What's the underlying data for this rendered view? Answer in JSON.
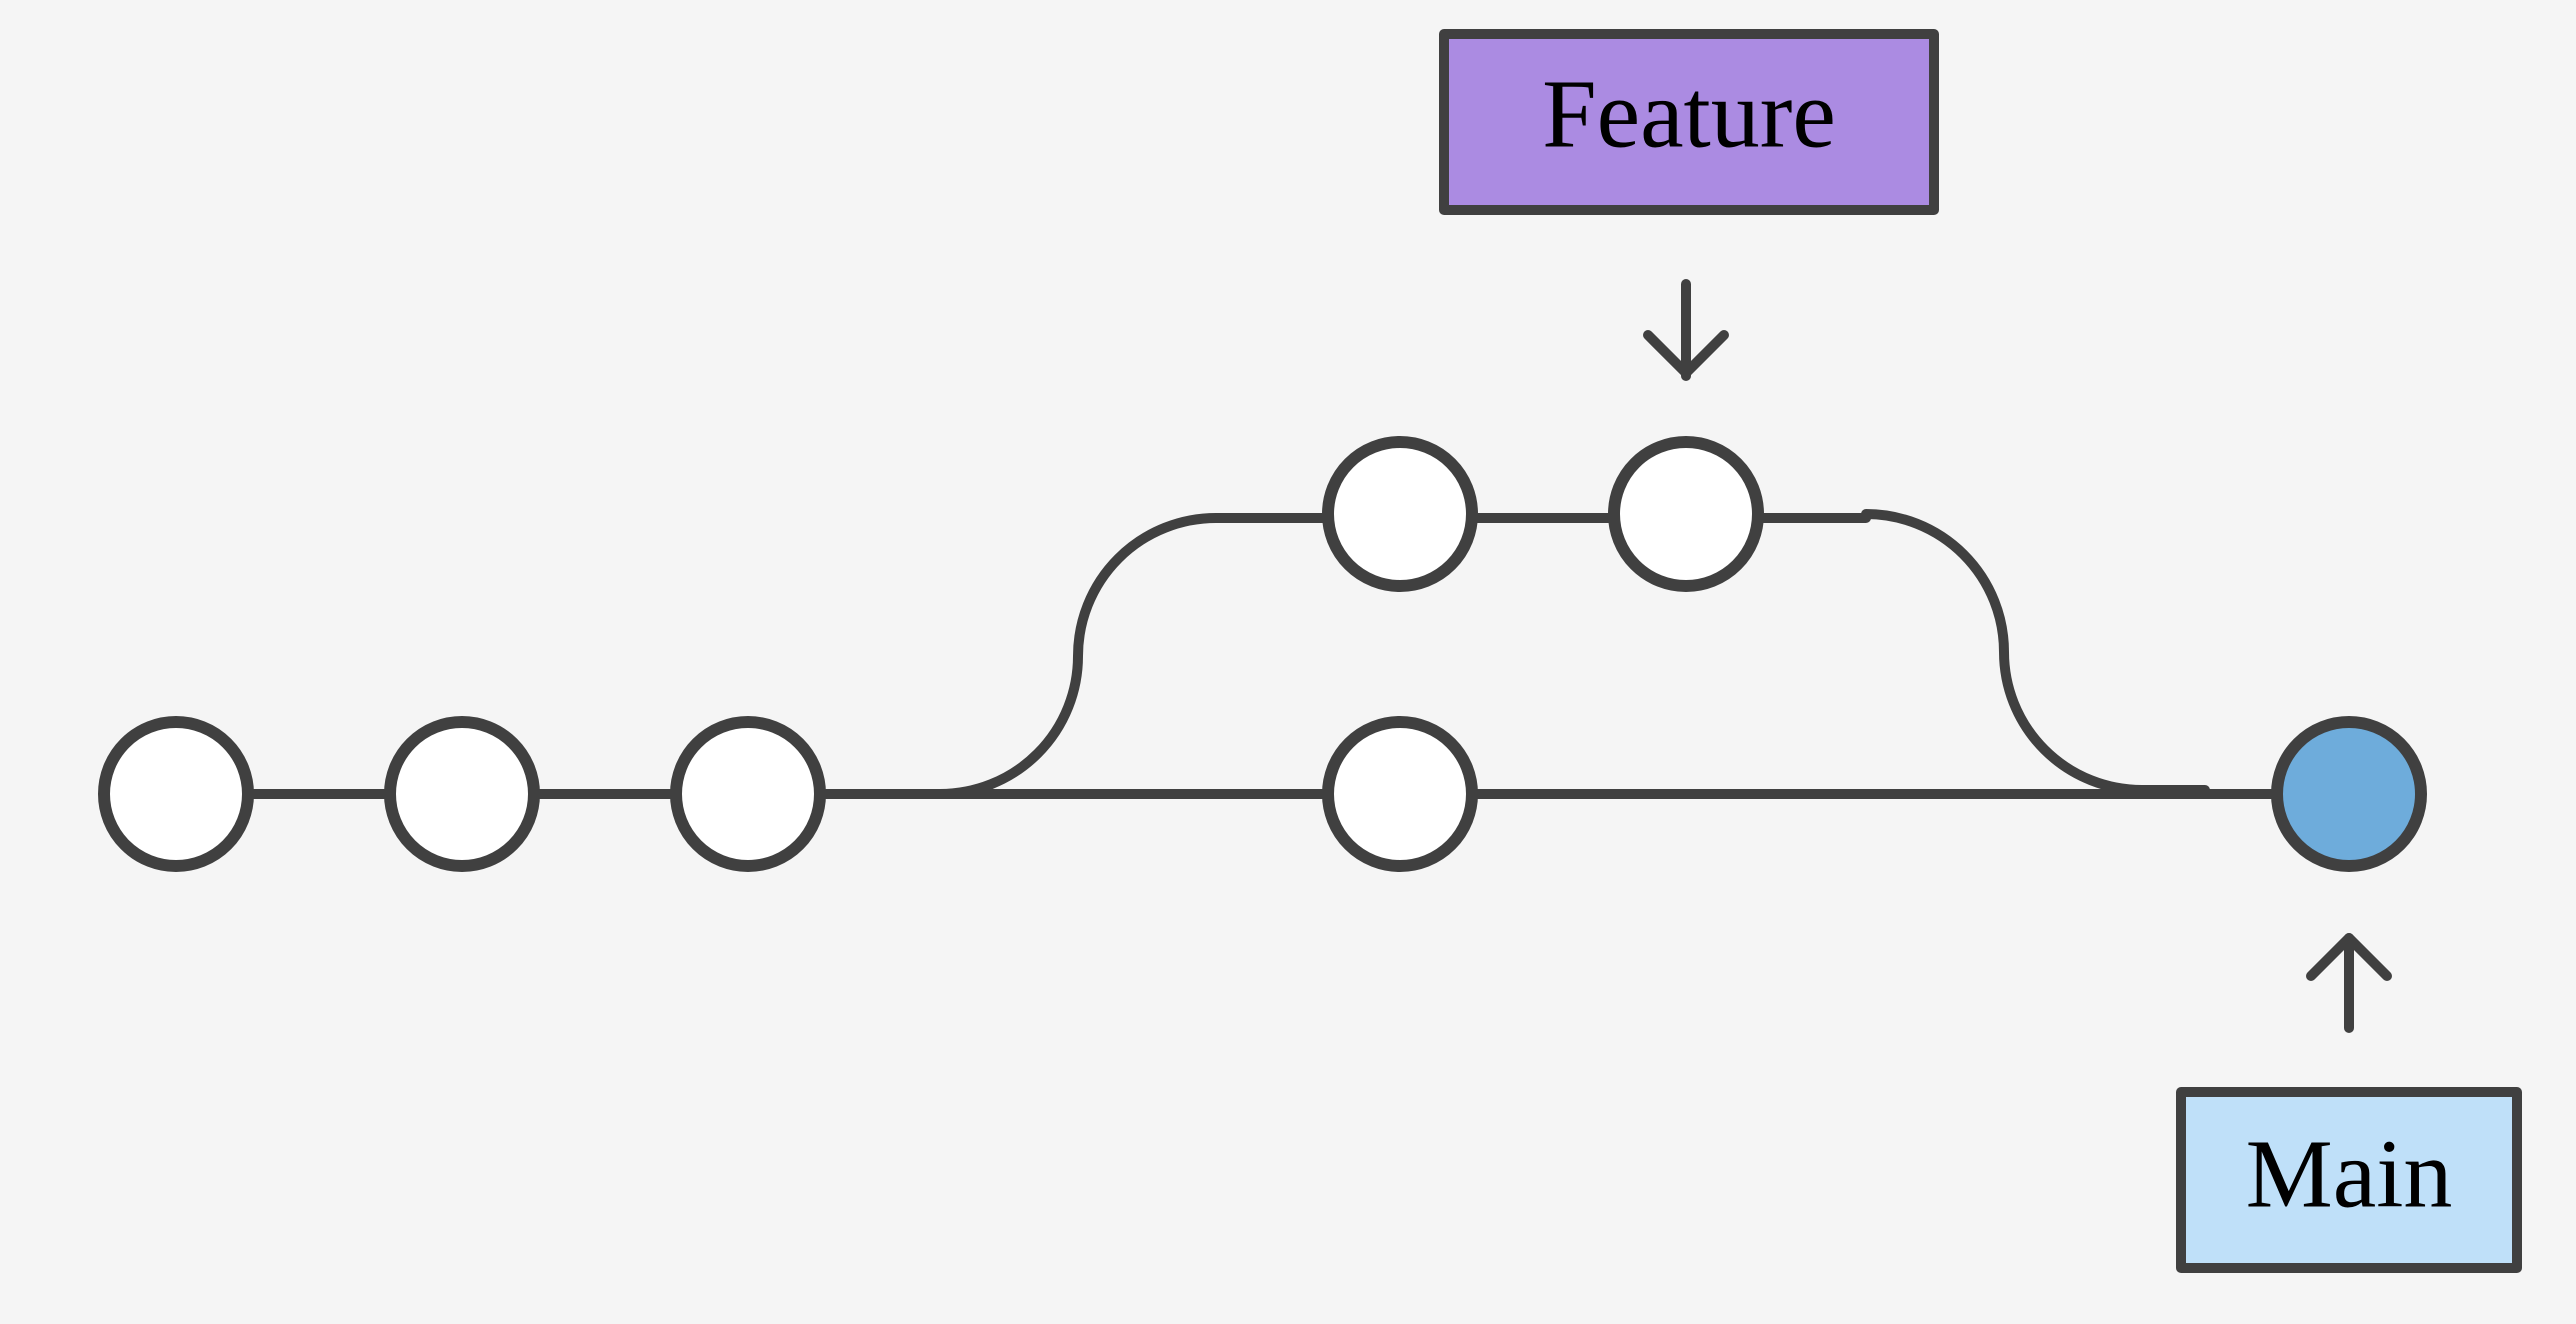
{
  "colors": {
    "background": "#f5f5f5",
    "stroke": "#404040",
    "commit_fill": "#ffffff",
    "head_commit_fill": "#6eacdb",
    "feature_label_fill": "#ab8be2",
    "main_label_fill": "#bfe0f9"
  },
  "branches": {
    "feature": {
      "label": "Feature",
      "commits": 2
    },
    "main": {
      "label": "Main",
      "commits_before_branch": 3,
      "commits_after_branch": 1,
      "merge_commit": true
    }
  },
  "icons": {
    "feature_pointer": "arrow-down-icon",
    "main_pointer": "arrow-up-icon"
  }
}
